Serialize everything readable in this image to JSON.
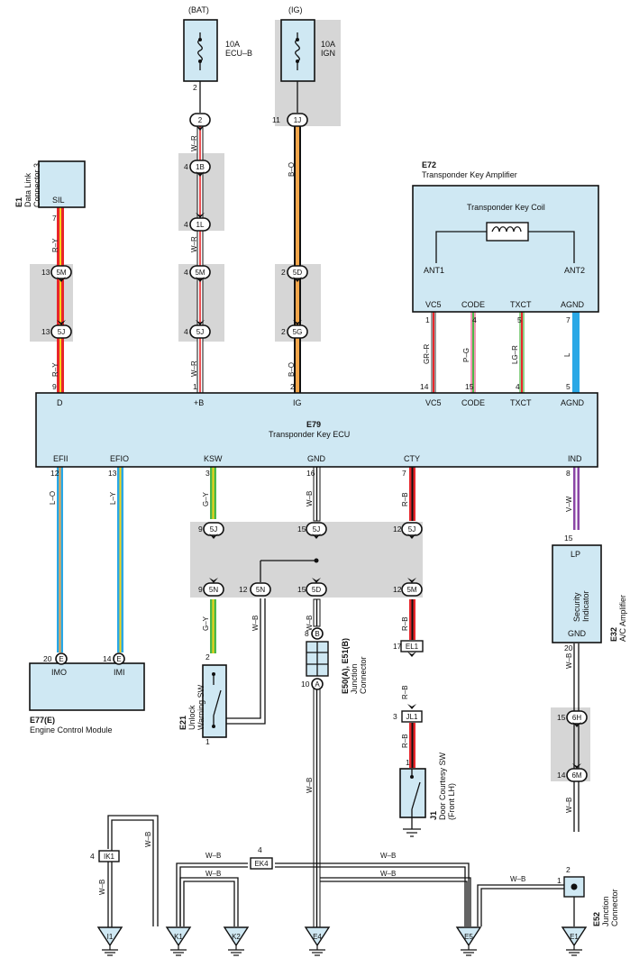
{
  "power": {
    "bat_label": "(BAT)",
    "ig_label": "(IG)",
    "fuse1": {
      "amp": "10A",
      "name": "ECU–B",
      "pin": "2"
    },
    "fuse2": {
      "amp": "10A",
      "name": "IGN",
      "pin": "11"
    }
  },
  "connectors": {
    "c_2": "2",
    "c_1J": "1J",
    "c_1B": "1B",
    "c_1L": "1L",
    "c_5M": "5M",
    "c_5J": "5J",
    "c_5D": "5D",
    "c_5G": "5G",
    "c_5N": "5N",
    "c_6H": "6H",
    "c_6M": "6M",
    "c_E": "E",
    "c_B": "B",
    "c_A": "A",
    "c_EL1": "EL1",
    "c_JL1": "JL1",
    "c_IK1": "IK1",
    "c_EK4": "EK4"
  },
  "pins": {
    "p2": "2",
    "p4": "4",
    "p13": "13",
    "p7": "7",
    "p9": "9",
    "p1": "1",
    "p5": "5",
    "p14": "14",
    "p15": "15",
    "p12": "12",
    "p3": "3",
    "p16": "16",
    "p8": "8",
    "p20": "20",
    "p17": "17",
    "p10": "10",
    "p11": "11"
  },
  "wires": {
    "WR": "W–R",
    "BO": "B–O",
    "RY": "R–Y",
    "GRR": "GR–R",
    "PG": "P–G",
    "LGR": "LG–R",
    "L": "L",
    "LO": "L–O",
    "LY": "L–Y",
    "GY": "G–Y",
    "WB": "W–B",
    "RB": "R–B",
    "VW": "V–W"
  },
  "components": {
    "e1": {
      "code": "E1",
      "name1": "Data Link",
      "name2": "Connector 3",
      "pin_label": "SIL"
    },
    "e72": {
      "code": "E72",
      "name": "Transponder Key Amplifier",
      "coil": "Transponder Key Coil",
      "ant1": "ANT1",
      "ant2": "ANT2",
      "vc5": "VC5",
      "code_pin": "CODE",
      "txct": "TXCT",
      "agnd": "AGND"
    },
    "e79": {
      "code": "E79",
      "name": "Transponder Key ECU",
      "top": {
        "d": "D",
        "b": "+B",
        "ig": "IG",
        "vc5": "VC5",
        "code": "CODE",
        "txct": "TXCT",
        "agnd": "AGND"
      },
      "bottom": {
        "efii": "EFII",
        "efio": "EFIO",
        "ksw": "KSW",
        "gnd": "GND",
        "cty": "CTY",
        "ind": "IND"
      }
    },
    "e77": {
      "code": "E77(E)",
      "name": "Engine Control Module",
      "imo": "IMO",
      "imi": "IMI"
    },
    "e21": {
      "code": "E21",
      "name1": "Unlock",
      "name2": "Warning SW"
    },
    "e50": {
      "code": "E50(A), E51(B)",
      "name1": "Junction",
      "name2": "Connector"
    },
    "j1": {
      "code": "J1",
      "name1": "Door Courtesy SW",
      "name2": "(Front LH)"
    },
    "e32": {
      "code": "E32",
      "name": "A/C Amplifier",
      "lp": "LP",
      "ind1": "Security",
      "ind2": "Indicator",
      "gnd": "GND"
    },
    "e52": {
      "code": "E52",
      "name1": "Junction",
      "name2": "Connector"
    }
  },
  "grounds": {
    "i1": "I1",
    "k1": "K1",
    "k2": "K2",
    "e4": "E4",
    "e5": "E5",
    "e1": "E1"
  },
  "colors": {
    "red": "#e8262b",
    "yellow": "#f5d31a",
    "orange": "#f3a64a",
    "blue": "#2aa8e6",
    "green": "#4cb848",
    "pink": "#f29ab6",
    "gray": "#9a9a9a",
    "purple": "#8a45a6",
    "fill": "#cfe8f3",
    "shade": "#d6d6d6"
  }
}
